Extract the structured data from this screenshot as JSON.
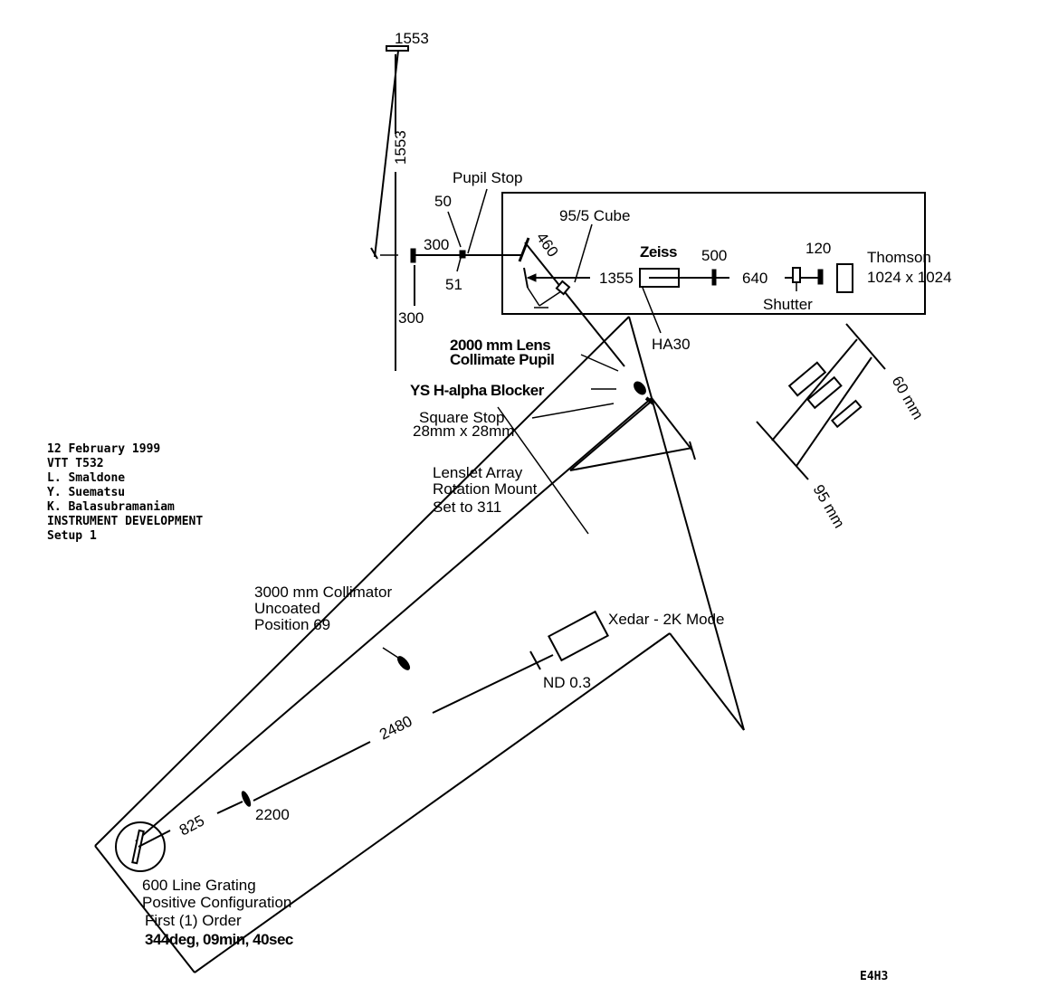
{
  "diagram": {
    "title_block": {
      "date": "12 February 1999",
      "telescope": "VTT T532",
      "authors": [
        "L. Smaldone",
        "Y. Suematsu",
        "K. Balasubramaniam"
      ],
      "project": "INSTRUMENT DEVELOPMENT",
      "setup": "Setup 1"
    },
    "figure_code": "E4H3",
    "upper_path": {
      "mirror_top_distance": "1553",
      "vertical_distance": "1553",
      "pupil_stop": "Pupil Stop",
      "pupil_stop_d1": "50",
      "pupil_stop_d2": "51",
      "dist_300_horizontal": "300",
      "dist_300_vertical": "300",
      "fold_distance": "460",
      "cube": "95/5 Cube",
      "dist_1355": "1355",
      "zeiss": "Zeiss",
      "dist_500": "500",
      "dist_640": "640",
      "dist_120": "120",
      "shutter": "Shutter",
      "ha30": "HA30",
      "camera_name": "Thomson",
      "camera_format": "1024 x 1024"
    },
    "beam_labels": {
      "lens_line1": "2000 mm Lens",
      "lens_line2": "Collimate Pupil",
      "blocker": "YS H-alpha Blocker",
      "square_stop_line1": "Square Stop",
      "square_stop_line2": "28mm x 28mm",
      "lenslet_line1": "Lenslet Array",
      "lenslet_line2": "Rotation Mount",
      "lenslet_line3": "Set to 311"
    },
    "side_detail": {
      "dim_60": "60 mm",
      "dim_95": "95 mm"
    },
    "spectrograph": {
      "collimator_line1": "3000 mm Collimator",
      "collimator_line2": "Uncoated",
      "collimator_line3": "Position 69",
      "xedar": "Xedar - 2K Mode",
      "nd_filter": "ND 0.3",
      "dist_2480": "2480",
      "dist_825": "825",
      "dist_2200": "2200",
      "grating_line1": "600 Line Grating",
      "grating_line2": "Positive Configuration",
      "grating_line3": "First (1) Order",
      "grating_line4": "344deg, 09min, 40sec"
    }
  }
}
